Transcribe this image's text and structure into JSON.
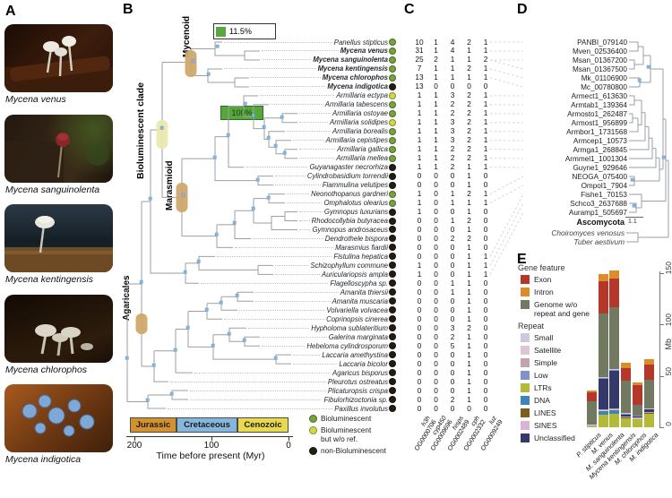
{
  "panel_labels": {
    "a": "A",
    "b": "B",
    "c": "C",
    "d": "D",
    "e": "E"
  },
  "photos": [
    {
      "label": "Mycena venus"
    },
    {
      "label": "Mycena sanguinolenta"
    },
    {
      "label": "Mycena kentingensis"
    },
    {
      "label": "Mycena chlorophos"
    },
    {
      "label": "Mycena indigotica"
    }
  ],
  "tree_b": {
    "clade_labels": {
      "bioluminescent": "Bioluminescent clade",
      "mycenoid": "Mycenoid",
      "marasmioid": "Marasmioid",
      "agaricales": "Agaricales"
    },
    "annotations": {
      "mycenoid_pct": "11.5%",
      "armillaria_pct": "100%"
    },
    "dot_colors": {
      "green": "#76a33e",
      "yellow": "#cfd943",
      "black": "#221c15"
    },
    "tips": [
      {
        "name": "Panellus stipticus",
        "bold": false,
        "dot": "green",
        "counts": [
          10,
          1,
          4,
          2,
          1
        ]
      },
      {
        "name": "Mycena venus",
        "bold": true,
        "dot": "green",
        "counts": [
          31,
          1,
          4,
          1,
          1
        ]
      },
      {
        "name": "Mycena sanguinolenta",
        "bold": true,
        "dot": "green",
        "counts": [
          25,
          2,
          1,
          1,
          2
        ]
      },
      {
        "name": "Mycena kentingensis",
        "bold": true,
        "dot": "green",
        "counts": [
          7,
          1,
          1,
          2,
          1
        ]
      },
      {
        "name": "Mycena chlorophos",
        "bold": true,
        "dot": "green",
        "counts": [
          13,
          1,
          1,
          1,
          1
        ]
      },
      {
        "name": "Mycena indigotica",
        "bold": true,
        "dot": "black",
        "counts": [
          13,
          0,
          0,
          0,
          0
        ]
      },
      {
        "name": "Armillaria ectypa",
        "bold": false,
        "dot": "yellow",
        "counts": [
          1,
          1,
          3,
          2,
          1
        ]
      },
      {
        "name": "Armillaria tabescens",
        "bold": false,
        "dot": "green",
        "counts": [
          1,
          1,
          2,
          2,
          1
        ]
      },
      {
        "name": "Armillaria ostoyae",
        "bold": false,
        "dot": "green",
        "counts": [
          1,
          1,
          2,
          2,
          1
        ]
      },
      {
        "name": "Armillaria solidipes",
        "bold": false,
        "dot": "yellow",
        "counts": [
          1,
          1,
          3,
          2,
          1
        ]
      },
      {
        "name": "Armillaria borealis",
        "bold": false,
        "dot": "green",
        "counts": [
          1,
          1,
          3,
          2,
          1
        ]
      },
      {
        "name": "Armillaria cepistipes",
        "bold": false,
        "dot": "green",
        "counts": [
          1,
          1,
          3,
          2,
          1
        ]
      },
      {
        "name": "Armillaria gallica",
        "bold": false,
        "dot": "green",
        "counts": [
          1,
          1,
          2,
          2,
          1
        ]
      },
      {
        "name": "Armillaria mellea",
        "bold": false,
        "dot": "green",
        "counts": [
          1,
          1,
          2,
          2,
          1
        ]
      },
      {
        "name": "Guyanagaster necrorhiza",
        "bold": false,
        "dot": "black",
        "counts": [
          1,
          1,
          2,
          1,
          1
        ]
      },
      {
        "name": "Cylindrobasidium torrendii",
        "bold": false,
        "dot": "black",
        "counts": [
          0,
          0,
          0,
          1,
          0
        ]
      },
      {
        "name": "Flammulina velutipes",
        "bold": false,
        "dot": "black",
        "counts": [
          0,
          0,
          0,
          1,
          0
        ]
      },
      {
        "name": "Neonothopanus gardneri",
        "bold": false,
        "dot": "green",
        "counts": [
          1,
          0,
          1,
          2,
          1
        ]
      },
      {
        "name": "Omphalotus olearius",
        "bold": false,
        "dot": "green",
        "counts": [
          1,
          0,
          1,
          1,
          1
        ]
      },
      {
        "name": "Gymnopus luxurians",
        "bold": false,
        "dot": "black",
        "counts": [
          1,
          0,
          0,
          1,
          0
        ]
      },
      {
        "name": "Rhodocollybia butyracea",
        "bold": false,
        "dot": "black",
        "counts": [
          0,
          0,
          1,
          2,
          0
        ]
      },
      {
        "name": "Gymnopus androsaceus",
        "bold": false,
        "dot": "black",
        "counts": [
          0,
          0,
          0,
          1,
          0
        ]
      },
      {
        "name": "Dendrothele bispora",
        "bold": false,
        "dot": "black",
        "counts": [
          0,
          0,
          2,
          2,
          0
        ]
      },
      {
        "name": "Marasmius fiardii",
        "bold": false,
        "dot": "black",
        "counts": [
          0,
          0,
          0,
          1,
          0
        ]
      },
      {
        "name": "Fistulina hepatica",
        "bold": false,
        "dot": "black",
        "counts": [
          0,
          0,
          0,
          1,
          1
        ]
      },
      {
        "name": "Schizophyllum commune",
        "bold": false,
        "dot": "black",
        "counts": [
          1,
          0,
          0,
          1,
          1
        ]
      },
      {
        "name": "Auriculariopsis ampla",
        "bold": false,
        "dot": "black",
        "counts": [
          1,
          0,
          0,
          1,
          1
        ]
      },
      {
        "name": "Flagelloscypha sp.",
        "bold": false,
        "dot": "black",
        "counts": [
          0,
          0,
          1,
          1,
          0
        ]
      },
      {
        "name": "Amanita thiersii",
        "bold": false,
        "dot": "black",
        "counts": [
          0,
          0,
          1,
          1,
          0
        ]
      },
      {
        "name": "Amanita muscaria",
        "bold": false,
        "dot": "black",
        "counts": [
          0,
          0,
          0,
          1,
          0
        ]
      },
      {
        "name": "Volvariella volvacea",
        "bold": false,
        "dot": "black",
        "counts": [
          0,
          0,
          0,
          1,
          0
        ]
      },
      {
        "name": "Coprinopsis cinerea",
        "bold": false,
        "dot": "black",
        "counts": [
          0,
          0,
          0,
          1,
          0
        ]
      },
      {
        "name": "Hypholoma sublateritium",
        "bold": false,
        "dot": "black",
        "counts": [
          0,
          0,
          3,
          2,
          0
        ]
      },
      {
        "name": "Galerina marginata",
        "bold": false,
        "dot": "black",
        "counts": [
          0,
          0,
          2,
          1,
          0
        ]
      },
      {
        "name": "Hebeloma cylindrosporum",
        "bold": false,
        "dot": "black",
        "counts": [
          0,
          0,
          5,
          1,
          0
        ]
      },
      {
        "name": "Laccaria amethystina",
        "bold": false,
        "dot": "black",
        "counts": [
          0,
          0,
          0,
          1,
          0
        ]
      },
      {
        "name": "Laccaria bicolor",
        "bold": false,
        "dot": "black",
        "counts": [
          0,
          0,
          0,
          1,
          0
        ]
      },
      {
        "name": "Agaricus bisporus",
        "bold": false,
        "dot": "black",
        "counts": [
          0,
          0,
          0,
          1,
          0
        ]
      },
      {
        "name": "Pleurotus ostreatus",
        "bold": false,
        "dot": "black",
        "counts": [
          0,
          0,
          0,
          1,
          0
        ]
      },
      {
        "name": "Plicaturopsis crispa",
        "bold": false,
        "dot": "black",
        "counts": [
          0,
          0,
          0,
          1,
          0
        ]
      },
      {
        "name": "Fibulorhizoctonia sp.",
        "bold": false,
        "dot": "black",
        "counts": [
          0,
          0,
          2,
          1,
          0
        ]
      },
      {
        "name": "Paxillus involutus",
        "bold": false,
        "dot": "black",
        "counts": [
          0,
          0,
          0,
          0,
          0
        ]
      }
    ],
    "time_axis": {
      "eras": [
        {
          "name": "Jurassic",
          "color": "#d3922e"
        },
        {
          "name": "Cretaceous",
          "color": "#85b7dc"
        },
        {
          "name": "Cenozoic",
          "color": "#ead84f"
        }
      ],
      "ticks": [
        "200",
        "100",
        "0"
      ],
      "title": "Time before present (Myr)"
    },
    "legend": [
      {
        "label": "Bioluminescent",
        "label2": "",
        "dot": "green"
      },
      {
        "label": "Bioluminescent",
        "label2": "but w/o ref.",
        "dot": "yellow"
      },
      {
        "label": "non-Bioluminescent",
        "label2": "",
        "dot": "black"
      }
    ]
  },
  "panel_c": {
    "columns": [
      {
        "gene": "h3h",
        "og": "OG0000706"
      },
      {
        "gene": "cyp450",
        "og": "OG0009696"
      },
      {
        "gene": "hisps",
        "og": "OG0002489"
      },
      {
        "gene": "cph",
        "og": "OG0002332"
      },
      {
        "gene": "luz",
        "og": "OG0009249"
      }
    ]
  },
  "tree_d": {
    "tips": [
      "PANBI_079140",
      "Mven_02536400",
      "Msan_01367200",
      "Msan_01367500",
      "Mk_01106900",
      "Mc_00780800",
      "Armect1_613630",
      "Armtab1_139364",
      "Armosto1_262487",
      "Armost1_956899",
      "Armbor1_1731568",
      "Armcep1_10573",
      "Armga1_268845",
      "Armmel1_1001304",
      "Guyne1_929646",
      "NEOGA_075400",
      "Ompol1_7904",
      "Fishe1_70153",
      "Schco3_2637688",
      "Auramp1_505697"
    ],
    "outgroup": {
      "title": "Ascomycota",
      "species": [
        "Choiromyces venosus",
        "Tuber aestivum"
      ],
      "scale_label": "1.1"
    },
    "connectors": [
      [
        0,
        0
      ],
      [
        1,
        1
      ],
      [
        2,
        2
      ],
      [
        2,
        3
      ],
      [
        3,
        4
      ],
      [
        4,
        5
      ],
      [
        6,
        6
      ],
      [
        7,
        7
      ],
      [
        8,
        8
      ],
      [
        9,
        9
      ],
      [
        10,
        10
      ],
      [
        11,
        11
      ],
      [
        12,
        12
      ],
      [
        13,
        13
      ],
      [
        14,
        14
      ],
      [
        17,
        15
      ],
      [
        18,
        16
      ],
      [
        24,
        17
      ],
      [
        25,
        18
      ],
      [
        26,
        19
      ]
    ]
  },
  "chart_data": {
    "type": "bar",
    "stacked": true,
    "title": "",
    "xlabel": "",
    "ylabel": "Mb",
    "ylim": [
      0,
      160
    ],
    "yticks": [
      0,
      50,
      100,
      150
    ],
    "categories": [
      "P. stipticus",
      "M. venus",
      "M. sanguinolenta",
      "Mycena kentingensis",
      "M. chlorophos",
      "M. indigotica"
    ],
    "series": [
      {
        "name": "Exon",
        "color": "#b5372a",
        "values": [
          8,
          31,
          28,
          12,
          19,
          15
        ]
      },
      {
        "name": "Intron",
        "color": "#dd8d27",
        "values": [
          2,
          7,
          8,
          5,
          3,
          5
        ]
      },
      {
        "name": "Genome w/o repeat and gene",
        "color": "#717a60",
        "values": [
          23,
          62,
          60,
          32,
          10,
          28
        ]
      },
      {
        "name": "Small",
        "color": "#cdc9dd",
        "values": [
          0.1,
          0.3,
          0.3,
          0.2,
          0.2,
          0.2
        ]
      },
      {
        "name": "Satellite",
        "color": "#dcc6d2",
        "values": [
          0.1,
          0.2,
          0.2,
          0.1,
          0.1,
          0.1
        ]
      },
      {
        "name": "Simple",
        "color": "#c3a4ae",
        "values": [
          0.2,
          0.5,
          0.5,
          0.3,
          0.3,
          0.3
        ]
      },
      {
        "name": "Low",
        "color": "#8290cc",
        "values": [
          0.2,
          1,
          1,
          0.3,
          0.3,
          0.3
        ]
      },
      {
        "name": "LTRs",
        "color": "#b3ba35",
        "values": [
          1,
          12,
          13,
          9,
          8,
          13
        ]
      },
      {
        "name": "DNA",
        "color": "#3d85b5",
        "values": [
          0.3,
          4,
          4,
          0.5,
          0.5,
          1
        ]
      },
      {
        "name": "LINES",
        "color": "#7d5c1e",
        "values": [
          0.1,
          0.5,
          0.5,
          0.2,
          0.2,
          0.3
        ]
      },
      {
        "name": "SINES",
        "color": "#d9b4d4",
        "values": [
          0.05,
          0.1,
          0.1,
          0.05,
          0.05,
          0.1
        ]
      },
      {
        "name": "Unclassified",
        "color": "#35386b",
        "values": [
          0.5,
          30,
          37,
          3,
          2,
          3
        ]
      }
    ],
    "stack_order": [
      "LTRs",
      "DNA",
      "LINES",
      "SINES",
      "Satellite",
      "Simple",
      "Unclassified",
      "Low",
      "Small",
      "Genome w/o repeat and gene",
      "Exon",
      "Intron"
    ],
    "legend_groups": [
      {
        "title": "Gene feature",
        "items": [
          "Exon",
          "Intron",
          "Genome w/o repeat and gene"
        ]
      },
      {
        "title": "Repeat",
        "items": [
          "Small",
          "Satellite",
          "Simple",
          "Low",
          "LTRs",
          "DNA",
          "LINES",
          "SINES",
          "Unclassified"
        ]
      }
    ],
    "legend_position": "left"
  }
}
